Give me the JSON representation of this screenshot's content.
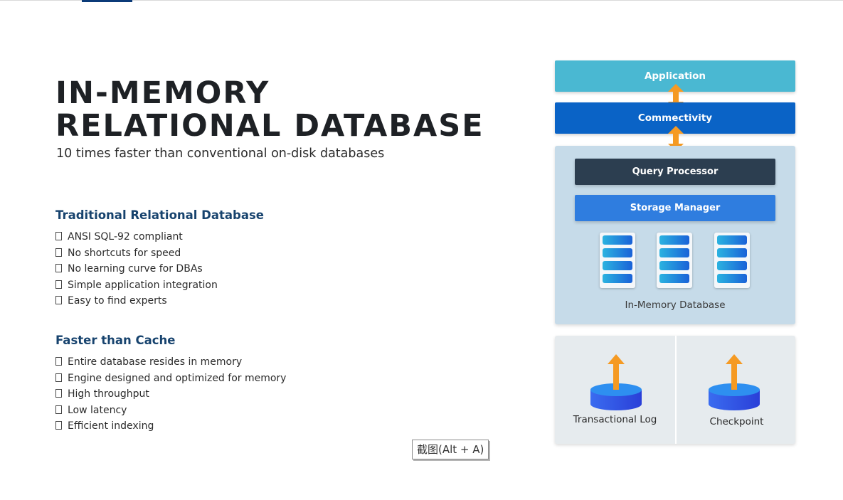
{
  "title": {
    "line1": "IN-MEMORY",
    "line2": "RELATIONAL DATABASE"
  },
  "subtitle": "10 times faster than conventional on-disk databases",
  "sections": [
    {
      "heading": "Traditional Relational Database",
      "items": [
        "ANSI SQL-92 compliant",
        "No shortcuts for speed",
        "No learning curve for DBAs",
        "Simple application integration",
        "Easy to find experts"
      ]
    },
    {
      "heading": "Faster than Cache",
      "items": [
        "Entire database resides in memory",
        "Engine designed and optimized for memory",
        "High throughput",
        "Low latency",
        "Efficient indexing"
      ]
    }
  ],
  "tooltip": "截图(Alt + A)",
  "diagram": {
    "application": "Application",
    "connectivity": "Commectivity",
    "query_processor": "Query Processor",
    "storage_manager": "Storage Manager",
    "in_memory_database": "In-Memory Database",
    "transactional_log": "Transactional Log",
    "checkpoint": "Checkpoint",
    "server_count": 3,
    "icons": [
      "double-arrow-icon",
      "server-icon",
      "disk-icon",
      "up-arrow-icon"
    ]
  },
  "colors": {
    "title_text": "#1e2125",
    "heading_blue": "#17436e",
    "application_bar": "#4ab8d2",
    "connectivity_bar": "#0a63c6",
    "query_processor_bar": "#2c3e50",
    "storage_manager_bar": "#2f7ddf",
    "memory_panel": "#c6dbe9",
    "log_panel": "#e6ebee",
    "arrow_orange": "#f59a23",
    "disk_blue": "#2e57e6"
  }
}
